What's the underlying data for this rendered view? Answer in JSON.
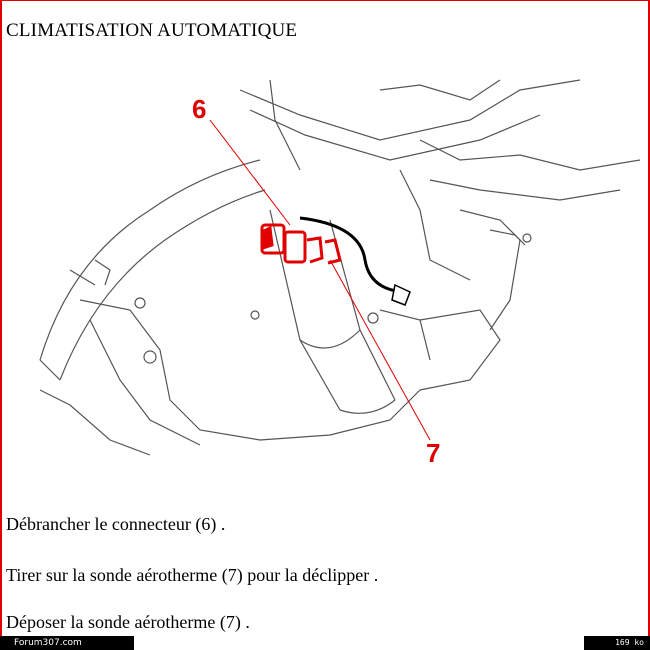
{
  "document": {
    "title": "CLIMATISATION AUTOMATIQUE",
    "callouts": {
      "connector": "6",
      "probe": "7"
    },
    "instructions": [
      "Débrancher le connecteur (6) .",
      "Tirer sur la sonde aérotherme (7) pour la déclipper .",
      "Déposer la sonde aérotherme (7) ."
    ]
  },
  "footer": {
    "watermark": "Forum307.com",
    "file_size": "169 ko"
  },
  "colors": {
    "accent": "#e00000",
    "line": "#000000"
  },
  "icons": [
    "diagram-illustration"
  ]
}
